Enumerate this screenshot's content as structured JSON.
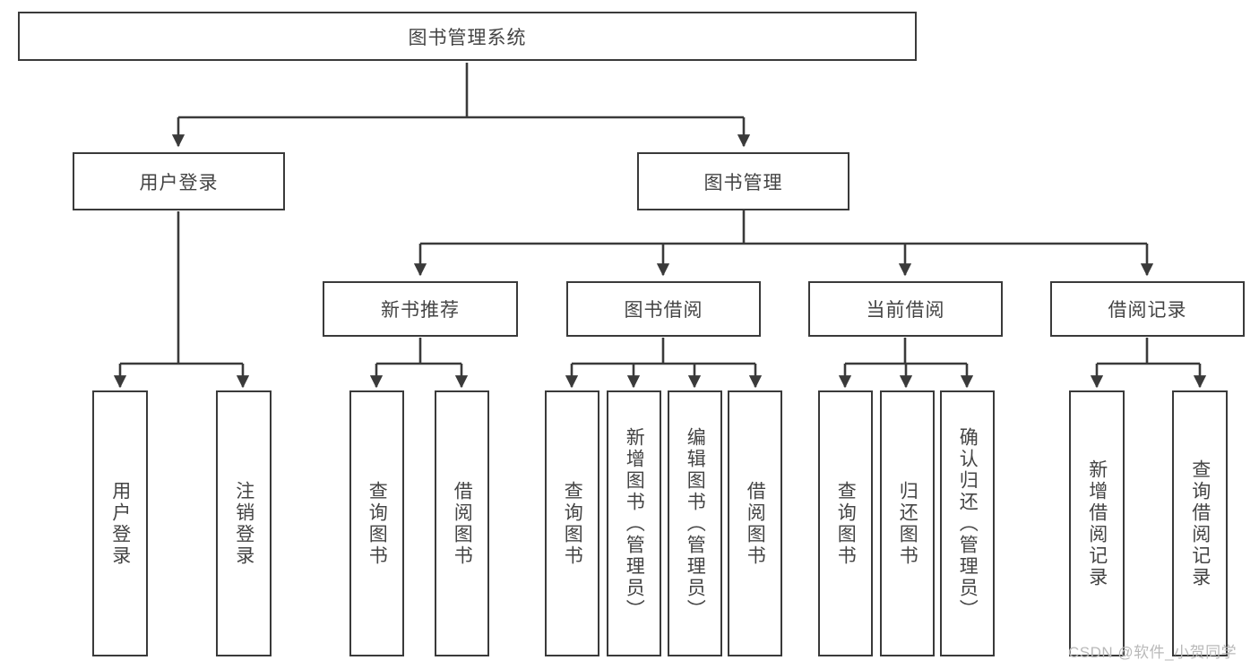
{
  "diagram": {
    "type": "tree-hierarchy",
    "title": "图书管理系统",
    "watermark": "CSDN @软件_小贺同学",
    "colors": {
      "box_border": "#3a3a3a",
      "box_fill": "#ffffff",
      "text": "#444444",
      "edge": "#3a3a3a",
      "watermark": "#b9b9b9",
      "background": "#ffffff"
    },
    "nodes": {
      "root": {
        "label": "图书管理系统"
      },
      "level2": [
        {
          "id": "user-login",
          "label": "用户登录"
        },
        {
          "id": "book-manage",
          "label": "图书管理"
        }
      ],
      "level3": [
        {
          "id": "new-book-recommend",
          "label": "新书推荐"
        },
        {
          "id": "book-borrow",
          "label": "图书借阅"
        },
        {
          "id": "current-borrow",
          "label": "当前借阅"
        },
        {
          "id": "borrow-record",
          "label": "借阅记录"
        }
      ],
      "leaves": {
        "user_login": [
          {
            "id": "leaf-user-login",
            "label": "用户登录"
          },
          {
            "id": "leaf-logout-login",
            "label": "注销登录"
          }
        ],
        "new_book_recommend": [
          {
            "id": "leaf-query-book-1",
            "label": "查询图书"
          },
          {
            "id": "leaf-borrow-book-1",
            "label": "借阅图书"
          }
        ],
        "book_borrow": [
          {
            "id": "leaf-query-book-2",
            "label": "查询图书"
          },
          {
            "id": "leaf-add-book",
            "label": "新增图书（管理员）"
          },
          {
            "id": "leaf-edit-book",
            "label": "编辑图书（管理员）"
          },
          {
            "id": "leaf-borrow-book-2",
            "label": "借阅图书"
          }
        ],
        "current_borrow": [
          {
            "id": "leaf-query-book-3",
            "label": "查询图书"
          },
          {
            "id": "leaf-return-book",
            "label": "归还图书"
          },
          {
            "id": "leaf-confirm-return",
            "label": "确认归还（管理员）"
          }
        ],
        "borrow_record": [
          {
            "id": "leaf-add-record",
            "label": "新增借阅记录"
          },
          {
            "id": "leaf-query-record",
            "label": "查询借阅记录"
          }
        ]
      }
    }
  }
}
